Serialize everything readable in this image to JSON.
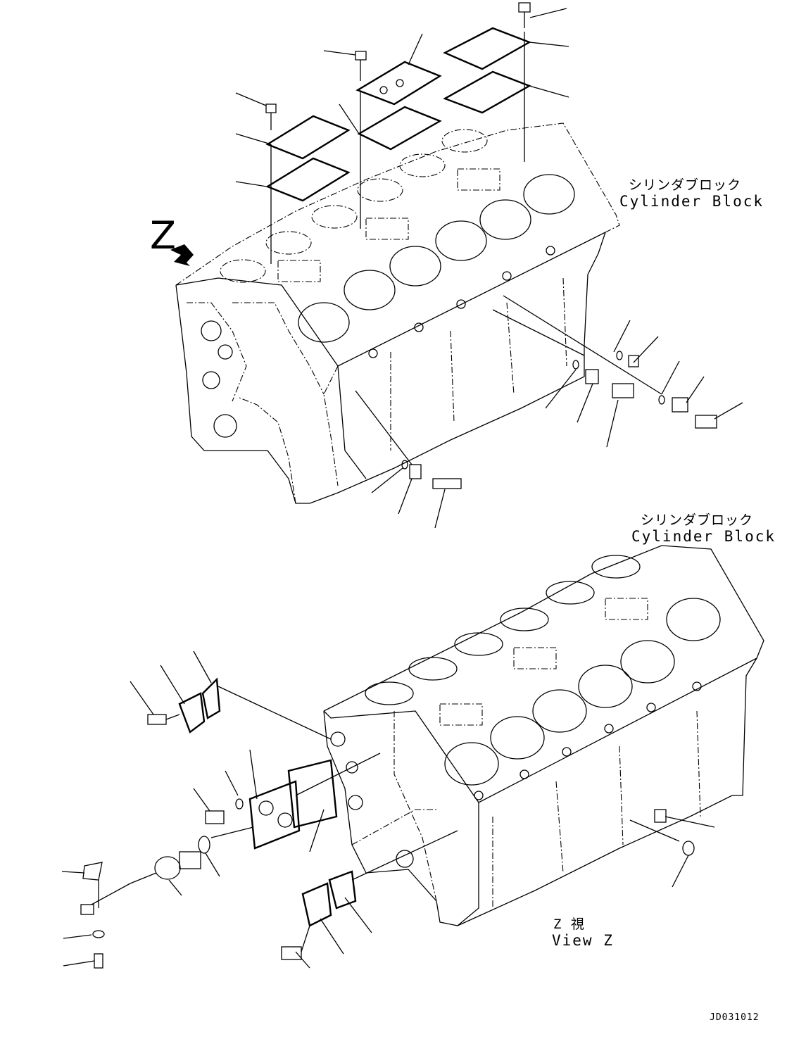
{
  "drawing": {
    "upper_block_label": {
      "jp": "シリンダブロック",
      "en": "Cylinder Block"
    },
    "lower_block_label": {
      "jp": "シリンダブロック",
      "en": "Cylinder Block"
    },
    "view_arrow_letter": "Z",
    "view_label": {
      "jp": "Z 視",
      "en": "View Z"
    },
    "drawing_code": "JD031012"
  }
}
